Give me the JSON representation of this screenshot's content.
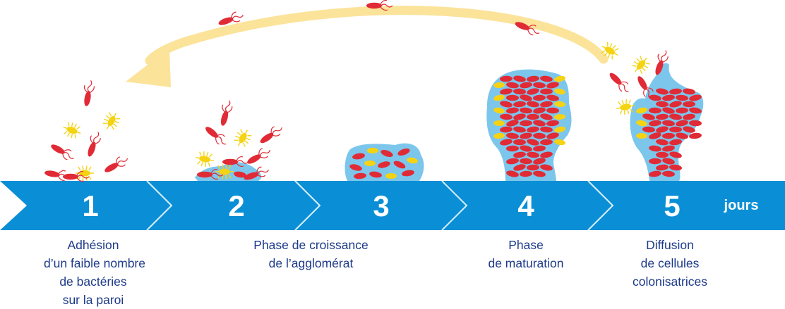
{
  "colors": {
    "arrow_blue": "#0a8fd6",
    "chevron_line": "#ffffff",
    "matrix_blue": "#7cc6ec",
    "bacteria_red": "#e02b36",
    "bacteria_yellow": "#f5d313",
    "return_arrow": "#fbe39a",
    "caption_text": "#1d3a8a"
  },
  "timeline": {
    "unit_label": "jours",
    "steps": [
      {
        "number": "1",
        "caption_lines": [
          "Adhésion",
          "d’un faible nombre",
          "de bactéries",
          "sur la paroi"
        ]
      },
      {
        "number": "2",
        "caption_lines": []
      },
      {
        "number": "3",
        "caption_lines": []
      },
      {
        "number": "4",
        "caption_lines": [
          "Phase",
          "de maturation"
        ]
      },
      {
        "number": "5",
        "caption_lines": [
          "Diffusion",
          "de cellules",
          "colonisatrices"
        ]
      }
    ],
    "shared_caption_2_3": [
      "Phase de croissance",
      "de l’agglomérat"
    ]
  },
  "icons": {
    "return_arrow": "curved-return-arrow-icon",
    "red_bacterium": "rod-bacterium-icon",
    "yellow_bacterium": "spiky-bacterium-icon",
    "biofilm": "biofilm-matrix-icon"
  }
}
